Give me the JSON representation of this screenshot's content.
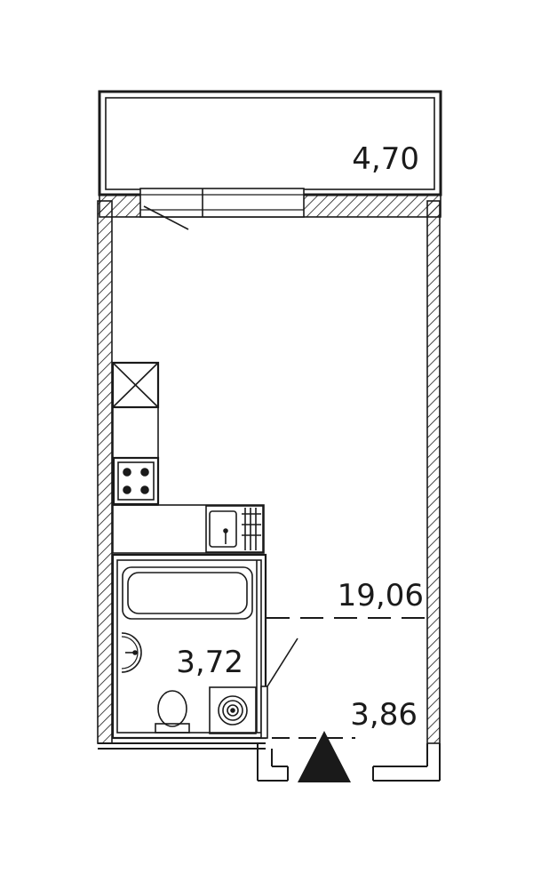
{
  "floor_plan": {
    "rooms": [
      {
        "id": "balcony",
        "area": "4,70"
      },
      {
        "id": "living",
        "area": "19,06"
      },
      {
        "id": "bathroom",
        "area": "3,72"
      },
      {
        "id": "hallway",
        "area": "3,86"
      }
    ],
    "colors": {
      "line": "#1a1a1a",
      "background": "#ffffff"
    }
  }
}
